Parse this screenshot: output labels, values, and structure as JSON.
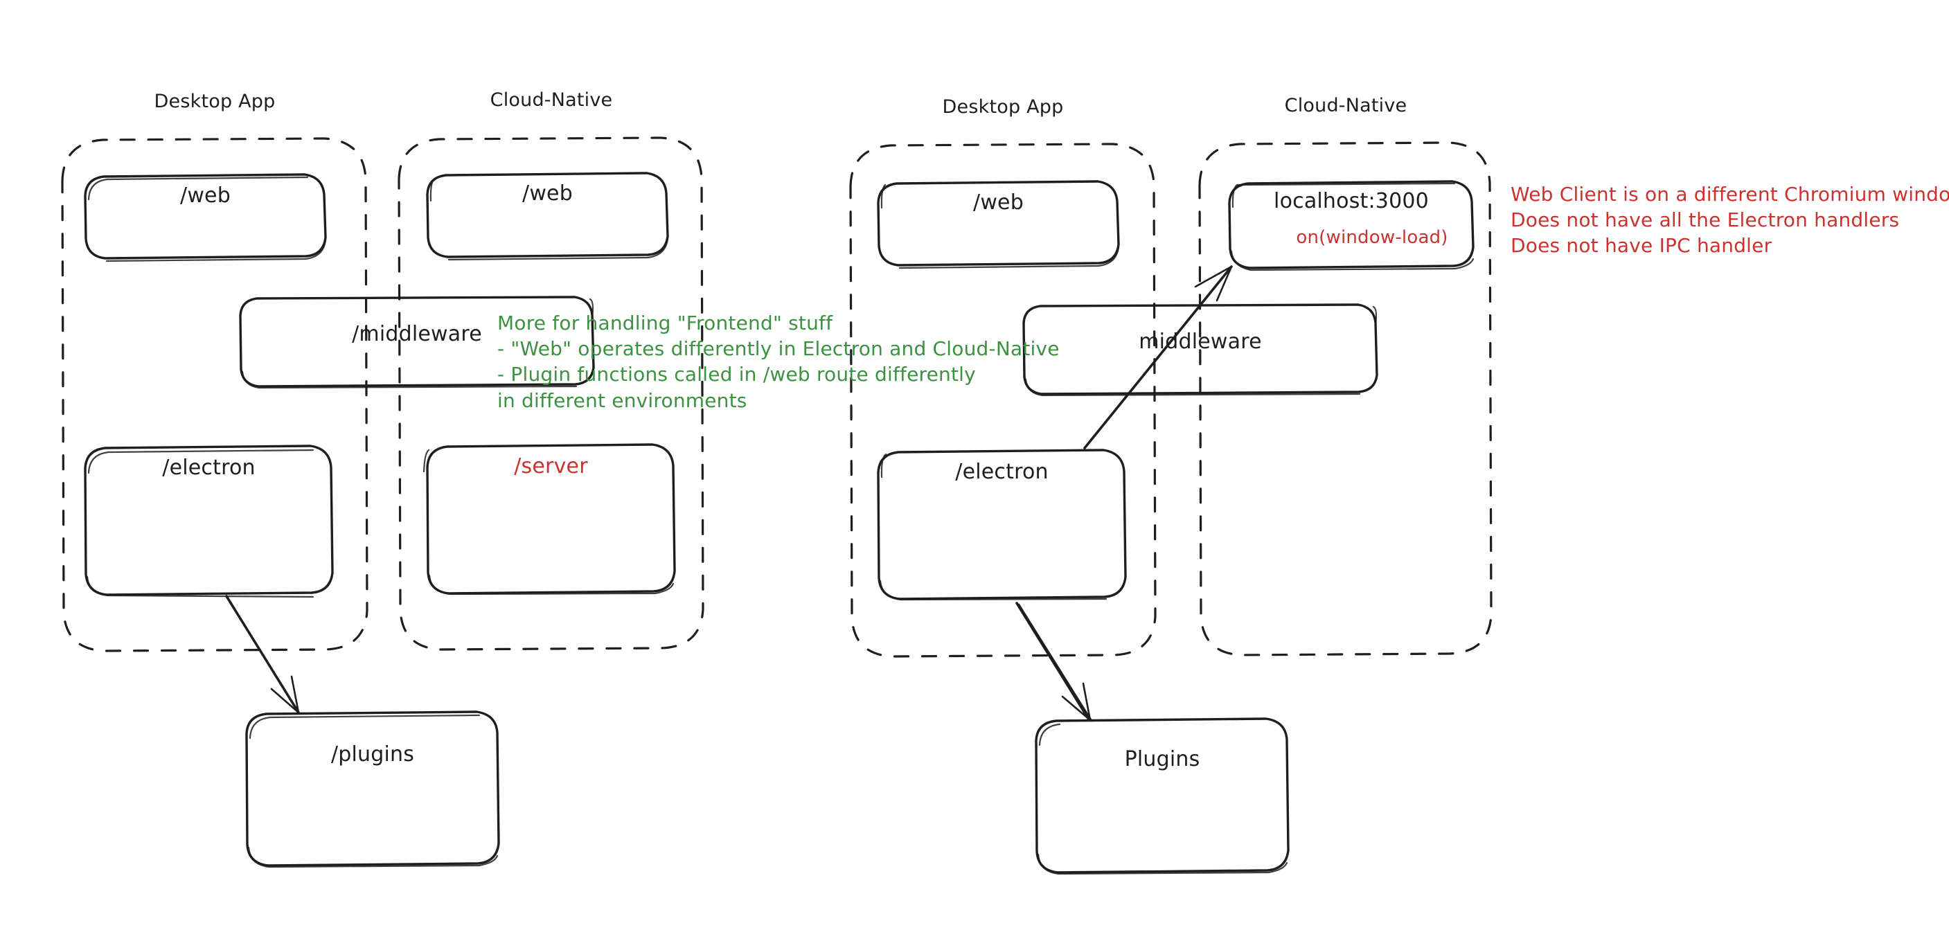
{
  "diagram": {
    "title_hidden": "",
    "background": "#ffffff",
    "colors": {
      "ink": "#1e1e1e",
      "green": "#3d9142",
      "red": "#c9322e"
    },
    "left_half": {
      "groups": [
        {
          "label": "Desktop App"
        },
        {
          "label": "Cloud-Native"
        }
      ],
      "boxes": [
        {
          "label": "/web",
          "color": "ink"
        },
        {
          "label": "/web",
          "color": "ink"
        },
        {
          "label": "/middleware",
          "color": "ink"
        },
        {
          "label": "/electron",
          "color": "ink"
        },
        {
          "label": "/server",
          "color": "red"
        },
        {
          "label": "/plugins",
          "color": "ink"
        }
      ],
      "note_green": "More for handling \"Frontend\" stuff\n- \"Web\" operates differently in Electron and Cloud-Native\n- Plugin functions called in /web route differently\nin different environments"
    },
    "right_half": {
      "groups": [
        {
          "label": "Desktop App"
        },
        {
          "label": "Cloud-Native"
        }
      ],
      "boxes": [
        {
          "label": "/web",
          "color": "ink"
        },
        {
          "label": "localhost:3000",
          "color": "ink",
          "sublabel": "on(window-load)",
          "sublabel_color": "red"
        },
        {
          "label": "middleware",
          "color": "ink"
        },
        {
          "label": "/electron",
          "color": "ink"
        },
        {
          "label": "Plugins",
          "color": "ink"
        }
      ],
      "note_red": "Web Client is on a different Chromium window\nDoes not have all the Electron handlers\nDoes not have IPC handler"
    }
  }
}
